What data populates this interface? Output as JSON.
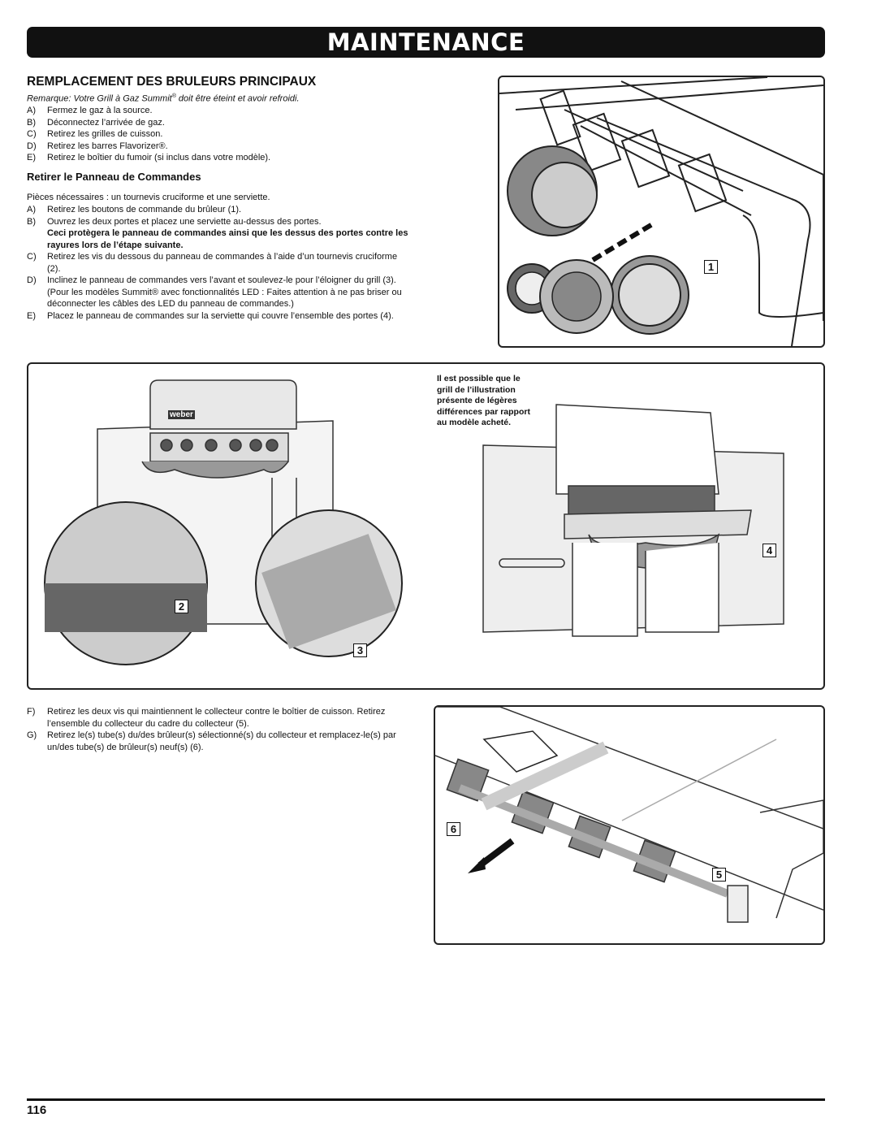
{
  "header": {
    "title": "MAINTENANCE"
  },
  "section": {
    "title": "REMPLACEMENT DES BRULEURS PRINCIPAUX",
    "note_prefix": "Remarque: Votre Grill à Gaz Summit",
    "note_suffix": " doit être éteint et avoir refroidi.",
    "steps": [
      {
        "key": "A)",
        "text": "Fermez le gaz à la source."
      },
      {
        "key": "B)",
        "text": "Déconnectez l’arrivée de gaz."
      },
      {
        "key": "C)",
        "text": "Retirez les grilles de cuisson."
      },
      {
        "key": "D)",
        "text": "Retirez les barres Flavorizer®."
      },
      {
        "key": "E)",
        "text": "Retirez le boîtier du fumoir (si inclus dans votre modèle)."
      }
    ]
  },
  "subsection": {
    "title": "Retirer le Panneau de Commandes",
    "intro": "Pièces nécessaires : un tournevis cruciforme et une serviette.",
    "steps": [
      {
        "key": "A)",
        "text": "Retirez les boutons de commande du brûleur (1)."
      },
      {
        "key": "B)",
        "text": "Ouvrez les deux portes et placez une serviette au-dessus des portes.",
        "warning": "Ceci protègera le panneau de commandes ainsi que les dessus des portes contre les rayures lors de l’étape suivante."
      },
      {
        "key": "C)",
        "text": "Retirez les vis du dessous du panneau de commandes à l’aide d’un tournevis cruciforme (2)."
      },
      {
        "key": "D)",
        "text": "Inclinez le panneau de commandes vers l’avant et soulevez-le pour l’éloigner du grill (3). (Pour les modèles Summit® avec fonctionnalités LED : Faites attention à ne pas briser ou déconnecter les câbles des LED du panneau de commandes.)"
      },
      {
        "key": "E)",
        "text": "Placez le panneau de commandes sur la serviette qui couvre l’ensemble des portes (4)."
      }
    ]
  },
  "figure_callout": "Il est possible que le grill de l’illustration présente de légères différences par rapport au modèle acheté.",
  "final_steps": [
    {
      "key": "F)",
      "text": "Retirez les deux vis qui maintiennent le collecteur contre le boîtier de cuisson. Retirez l’ensemble du collecteur du cadre du collecteur (5)."
    },
    {
      "key": "G)",
      "text": "Retirez le(s) tube(s) du/des brûleur(s) sélectionné(s) du collecteur et remplacez-le(s) par un/des tube(s) de brûleur(s) neuf(s) (6)."
    }
  ],
  "labels": {
    "one": "1",
    "two": "2",
    "three": "3",
    "four": "4",
    "five": "5",
    "six": "6"
  },
  "brand": "weber",
  "page_number": "116"
}
